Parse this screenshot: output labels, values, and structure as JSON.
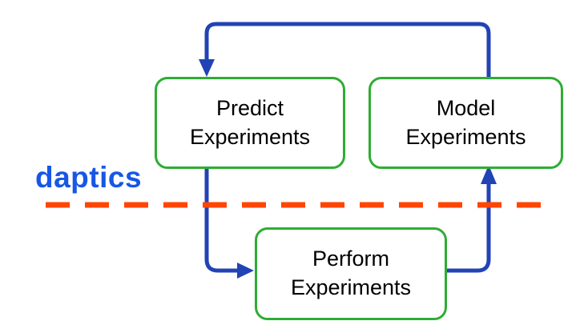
{
  "logo": {
    "text": "daptics"
  },
  "colors": {
    "arrow": "#2143b5",
    "logo": "#1657e6",
    "box_border": "#2ead33",
    "divider": "#ff4500",
    "background": "#ffffff",
    "box_text": "#000000"
  },
  "boxes": {
    "predict": {
      "line1": "Predict",
      "line2": "Experiments"
    },
    "model": {
      "line1": "Model",
      "line2": "Experiments"
    },
    "perform": {
      "line1": "Perform",
      "line2": "Experiments"
    }
  }
}
